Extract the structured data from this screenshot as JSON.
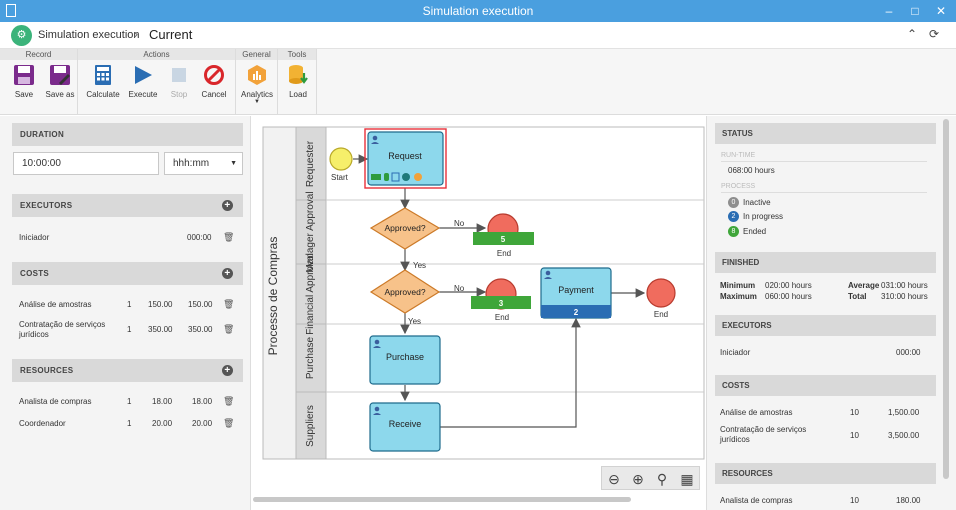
{
  "window": {
    "title": "Simulation execution"
  },
  "header": {
    "breadcrumb_parent": "Simulation execution",
    "breadcrumb_current": "Current"
  },
  "ribbon": {
    "groups": {
      "record": "Record",
      "actions": "Actions",
      "general": "General",
      "tools": "Tools"
    },
    "buttons": {
      "save": "Save",
      "save_as": "Save as",
      "calculate": "Calculate",
      "execute": "Execute",
      "stop": "Stop",
      "cancel": "Cancel",
      "analytics": "Analytics",
      "load": "Load"
    }
  },
  "left": {
    "duration": {
      "title": "DURATION",
      "value": "10:00:00",
      "unit": "hhh:mm"
    },
    "executors": {
      "title": "EXECUTORS",
      "rows": [
        {
          "name": "Iniciador",
          "time": "000:00"
        }
      ]
    },
    "costs": {
      "title": "COSTS",
      "rows": [
        {
          "name": "Análise de amostras",
          "qty": "1",
          "unit": "150.00",
          "total": "150.00"
        },
        {
          "name": "Contratação de serviços jurídicos",
          "qty": "1",
          "unit": "350.00",
          "total": "350.00"
        }
      ]
    },
    "resources": {
      "title": "RESOURCES",
      "rows": [
        {
          "name": "Analista de compras",
          "qty": "1",
          "unit": "18.00",
          "total": "18.00"
        },
        {
          "name": "Coordenador",
          "qty": "1",
          "unit": "20.00",
          "total": "20.00"
        }
      ]
    }
  },
  "diagram": {
    "pool": "Processo de Compras",
    "lanes": [
      "Requester",
      "Manager Approval",
      "Financial Approval",
      "Purchase",
      "Suppliers"
    ],
    "start_label": "Start",
    "tasks": {
      "request": "Request",
      "payment": "Payment",
      "purchase": "Purchase",
      "receive": "Receive"
    },
    "gateways": [
      "Approved?",
      "Approved?"
    ],
    "flows": {
      "no1": "No",
      "yes1": "Yes",
      "no2": "No",
      "yes2": "Yes"
    },
    "ends": [
      "End",
      "End",
      "End"
    ],
    "counts": {
      "end1": "5",
      "end2": "3",
      "payment": "2"
    },
    "colors": {
      "task": "#8dd8ec",
      "task_border": "#1f6b8c",
      "gateway": "#f7c28a",
      "gateway_border": "#cc7a28",
      "end": "#f06c5e",
      "start": "#f6ef6a",
      "green": "#3fa63a",
      "blue": "#2a6db3",
      "selected": "#e8303a"
    }
  },
  "right": {
    "status": {
      "title": "STATUS",
      "runtime_label": "RUN-TIME",
      "runtime": "068:00 hours",
      "process_label": "PROCESS",
      "items": [
        {
          "count": "0",
          "label": "Inactive",
          "color": "#8e8e8e"
        },
        {
          "count": "2",
          "label": "In progress",
          "color": "#2a6db3"
        },
        {
          "count": "8",
          "label": "Ended",
          "color": "#3fa63a"
        }
      ]
    },
    "finished": {
      "title": "FINISHED",
      "min_label": "Minimum",
      "min": "020:00 hours",
      "max_label": "Maximum",
      "max": "060:00 hours",
      "avg_label": "Average",
      "avg": "031:00 hours",
      "total_label": "Total",
      "total": "310:00 hours"
    },
    "executors": {
      "title": "EXECUTORS",
      "rows": [
        {
          "name": "Iniciador",
          "time": "000:00"
        }
      ]
    },
    "costs": {
      "title": "COSTS",
      "rows": [
        {
          "name": "Análise de amostras",
          "qty": "10",
          "total": "1,500.00"
        },
        {
          "name": "Contratação de serviços jurídicos",
          "qty": "10",
          "total": "3,500.00"
        }
      ]
    },
    "resources": {
      "title": "RESOURCES",
      "rows": [
        {
          "name": "Analista de compras",
          "qty": "10",
          "total": "180.00"
        }
      ]
    }
  }
}
